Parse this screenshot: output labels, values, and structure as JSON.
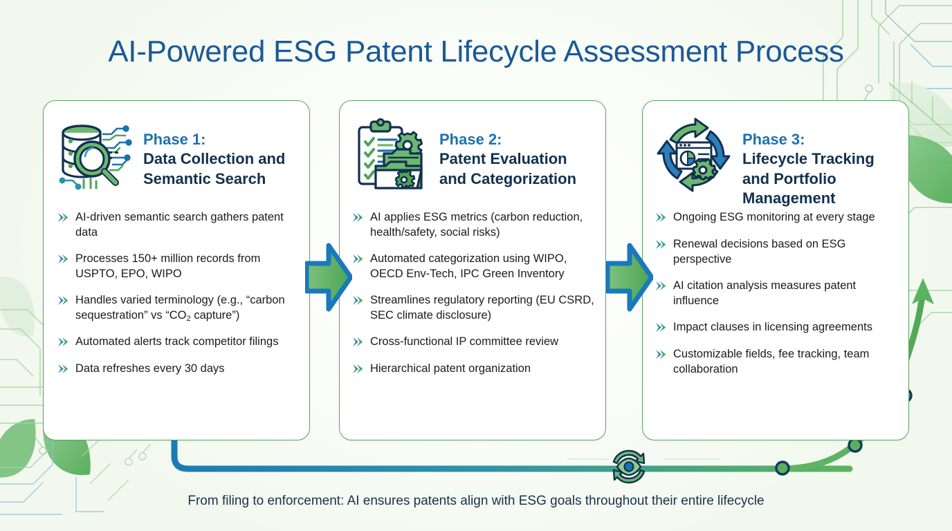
{
  "title": "AI-Powered ESG Patent Lifecycle Assessment Process",
  "colors": {
    "title_blue": "#1a5a96",
    "phase_label_blue": "#1a72b0",
    "phase_title_navy": "#12304f",
    "card_border_green": "#5aa45f",
    "arrow_green": "#5aa85c",
    "arrow_blue": "#1a78bd",
    "loop_blue": "#1b7bb4",
    "loop_green": "#5cb35f",
    "body_text": "#1b1b1b",
    "caption_text": "#16324b"
  },
  "cards": [
    {
      "icon": "database-magnifier-icon",
      "phase_label": "Phase 1:",
      "phase_title": "Data Collection and Semantic Search",
      "bullets": [
        "AI-driven semantic search gathers patent data",
        "Processes 150+ million records from USPTO, EPO, WIPO",
        "Handles varied terminology (e.g., “carbon sequestration” vs “CO2 capture”)",
        "Automated alerts track competitor filings",
        "Data refreshes every 30 days"
      ]
    },
    {
      "icon": "clipboard-folders-gear-icon",
      "phase_label": "Phase 2:",
      "phase_title": "Patent Evaluation and Categorization",
      "bullets": [
        "AI applies ESG metrics (carbon reduction, health/safety, social risks)",
        "Automated categorization using WIPO, OECD Env-Tech, IPC Green Inventory",
        "Streamlines regulatory reporting (EU CSRD, SEC climate disclosure)",
        "Cross-functional IP committee review",
        "Hierarchical patent organization"
      ]
    },
    {
      "icon": "cycle-dashboard-gear-icon",
      "phase_label": "Phase 3:",
      "phase_title": "Lifecycle Tracking and Portfolio Management",
      "bullets": [
        "Ongoing ESG monitoring at every stage",
        "Renewal decisions based on ESG perspective",
        "AI citation analysis measures patent influence",
        "Impact clauses in licensing agreements",
        "Customizable fields, fee tracking, team collaboration"
      ]
    }
  ],
  "connectors": {
    "arrow_1_2": "block-arrow-right-icon",
    "arrow_2_3": "block-arrow-right-icon",
    "loop_icon": "eye-refresh-cycle-icon"
  },
  "caption": "From filing to enforcement: AI ensures patents align with ESG goals throughout their entire lifecycle"
}
